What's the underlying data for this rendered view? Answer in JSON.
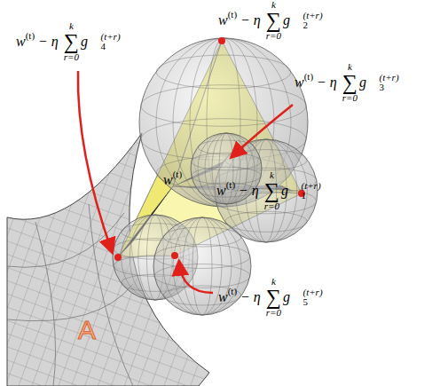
{
  "diagram": {
    "labels": [
      "w",
      "(t)",
      "− η",
      "k",
      "∑",
      "r=0",
      "g⃗",
      "(t+r)",
      "2",
      "w",
      "(t)",
      "− η",
      "k",
      "∑",
      "r=0",
      "g⃗",
      "(t+r)",
      "4",
      "w",
      "(t)",
      "− η",
      "k",
      "∑",
      "r=0",
      "g⃗",
      "(t+r)",
      "3",
      "w",
      "(t)",
      "w",
      "(t)",
      "− η",
      "k",
      "∑",
      "r=0",
      "g⃗",
      "(t+r)",
      "1",
      "w",
      "(t)",
      "− η",
      "k",
      "∑",
      "r=0",
      "g⃗",
      "(t+r)",
      "5",
      "A"
    ]
  }
}
